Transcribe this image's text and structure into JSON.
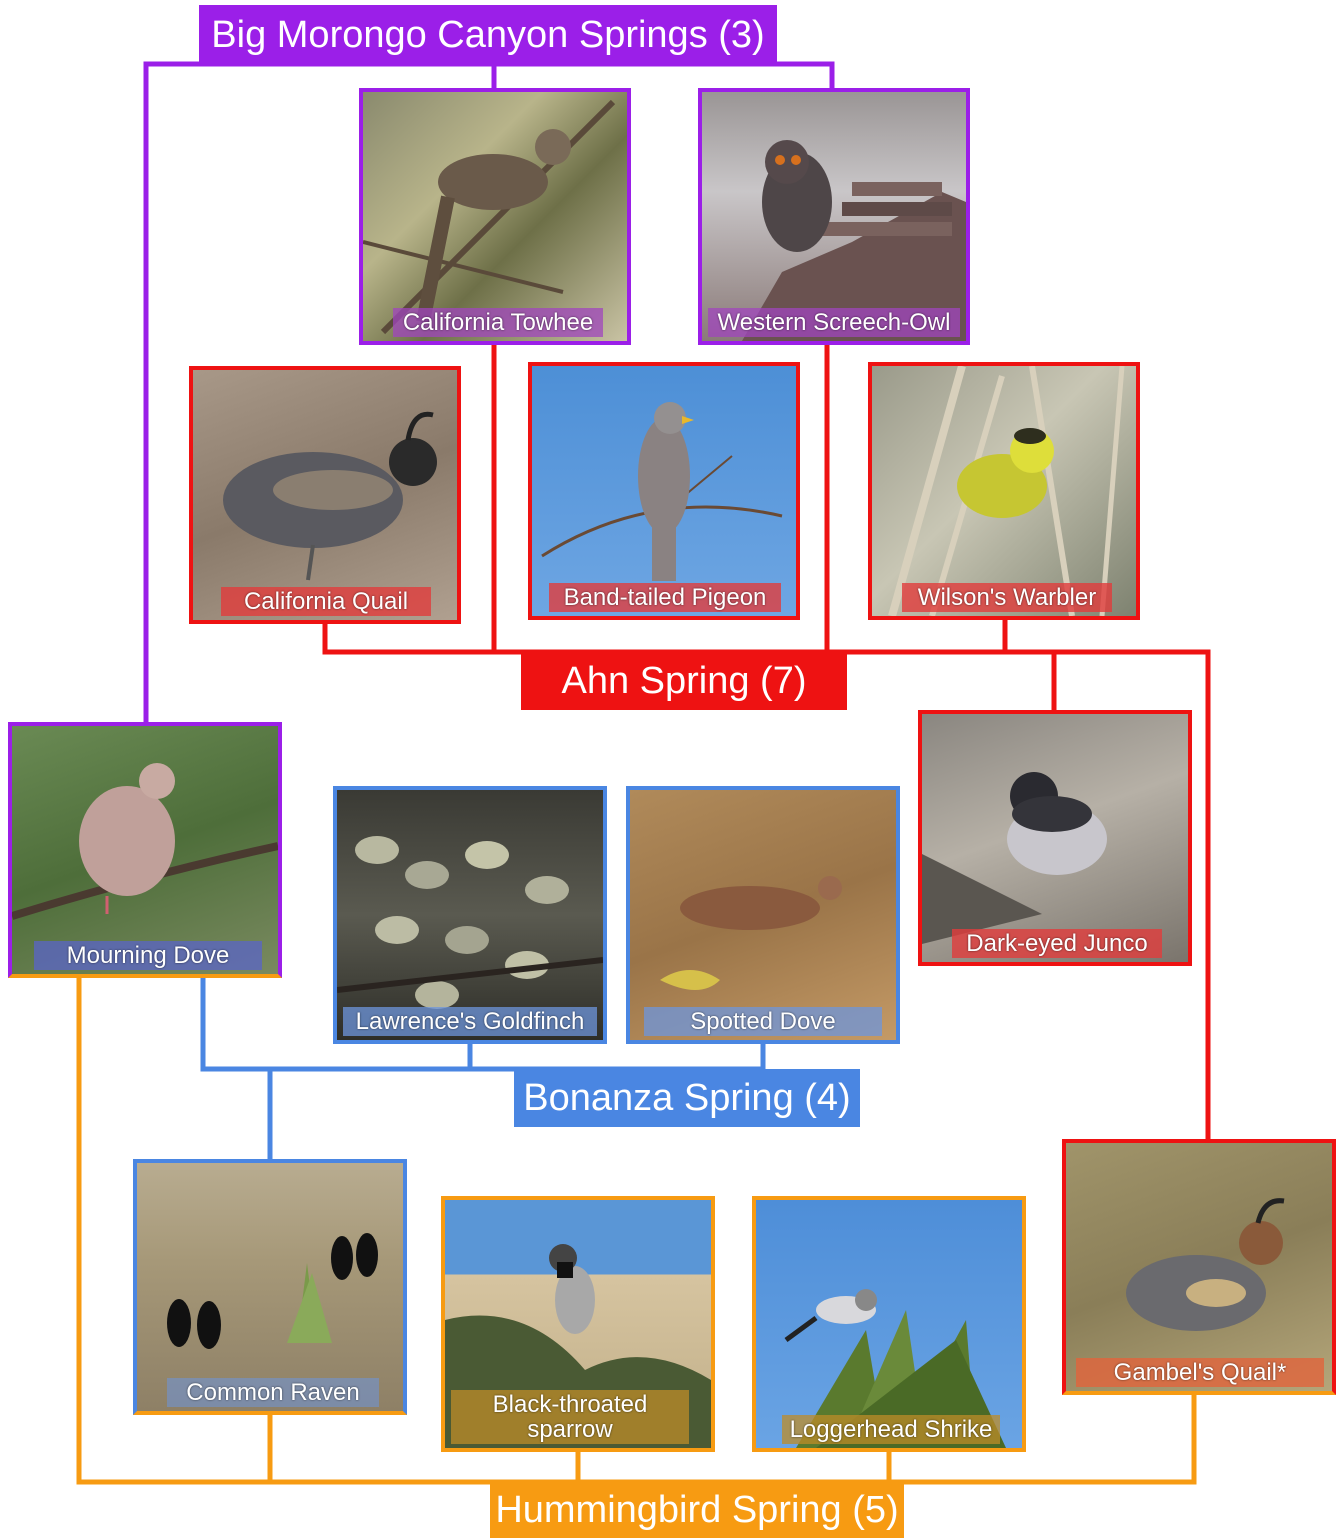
{
  "colors": {
    "big_morongo": "#9b1fe8",
    "ahn": "#ee1212",
    "bonanza": "#4a86e2",
    "hummingbird": "#f79b12"
  },
  "springs": {
    "big_morongo": "Big Morongo Canyon Springs (3)",
    "ahn": "Ahn Spring (7)",
    "bonanza": "Bonanza Spring (4)",
    "hummingbird": "Hummingbird Spring (5)"
  },
  "birds": {
    "california_towhee": "California Towhee",
    "western_screech_owl": "Western Screech-Owl",
    "california_quail": "California Quail",
    "band_tailed_pigeon": "Band-tailed Pigeon",
    "wilsons_warbler": "Wilson's Warbler",
    "mourning_dove": "Mourning Dove",
    "lawrences_goldfinch": "Lawrence's Goldfinch",
    "spotted_dove": "Spotted Dove",
    "dark_eyed_junco": "Dark-eyed Junco",
    "common_raven": "Common Raven",
    "black_throated_sparrow": "Black-throated sparrow",
    "loggerhead_shrike": "Loggerhead Shrike",
    "gambels_quail": "Gambel's Quail*"
  }
}
